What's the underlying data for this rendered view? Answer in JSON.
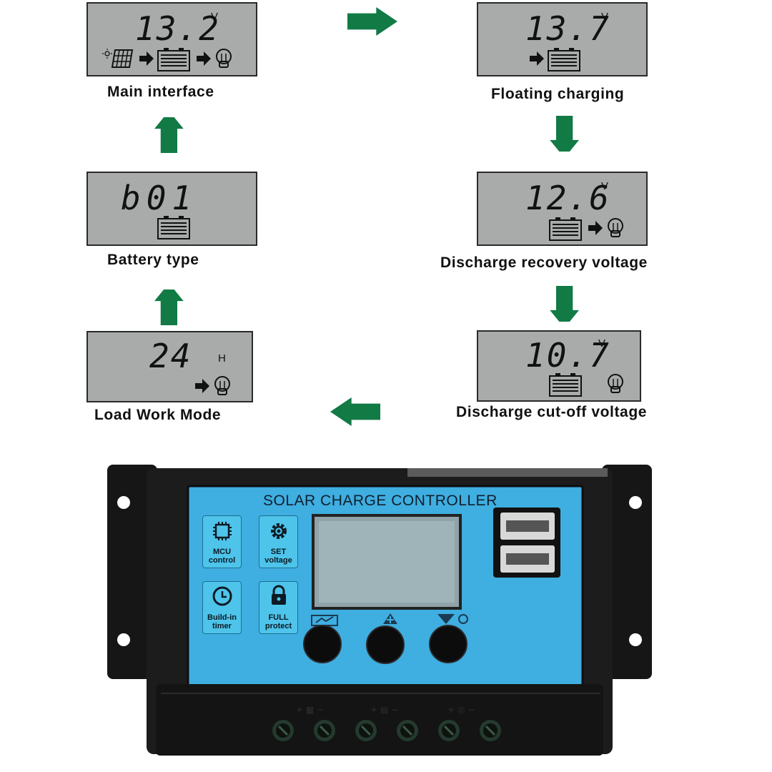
{
  "colors": {
    "arrow": "#127a45",
    "lcd_bg": "#a9abab",
    "panel_blue": "#3faee0",
    "housing": "#1a1a1a"
  },
  "screens": {
    "main": {
      "value": "13.2",
      "unit": "V",
      "caption": "Main interface",
      "icons": [
        "solar-panel-icon",
        "arrow-icon",
        "battery-icon",
        "arrow-icon",
        "bulb-icon"
      ]
    },
    "floating": {
      "value": "13.7",
      "unit": "V",
      "caption": "Floating charging",
      "icons": [
        "arrow-icon",
        "battery-icon"
      ]
    },
    "recovery": {
      "value": "12.6",
      "unit": "V",
      "caption": "Discharge recovery voltage",
      "icons": [
        "battery-icon",
        "arrow-icon",
        "bulb-icon"
      ]
    },
    "cutoff": {
      "value": "10.7",
      "unit": "V",
      "caption": "Discharge cut-off voltage",
      "icons": [
        "battery-icon",
        "bulb-icon"
      ]
    },
    "load": {
      "value": "24",
      "unit": "H",
      "caption": "Load Work Mode",
      "icons": [
        "arrow-icon",
        "bulb-icon"
      ]
    },
    "battery": {
      "value": "b01",
      "unit": "",
      "caption": "Battery type",
      "icons": [
        "battery-icon"
      ]
    }
  },
  "controller": {
    "title": "SOLAR CHARGE CONTROLLER",
    "features": [
      {
        "line1": "MCU",
        "line2": "control",
        "icon": "chip-icon"
      },
      {
        "line1": "SET",
        "line2": "voltage",
        "icon": "gear-icon"
      },
      {
        "line1": "Build-in",
        "line2": "timer",
        "icon": "clock-icon"
      },
      {
        "line1": "FULL",
        "line2": "protect",
        "icon": "lock-icon"
      }
    ],
    "buttons": [
      {
        "icon": "menu-icon"
      },
      {
        "icon": "plus-icon"
      },
      {
        "icon": "minus-load-icon"
      }
    ],
    "usb_ports": 2,
    "terminals": 6
  }
}
